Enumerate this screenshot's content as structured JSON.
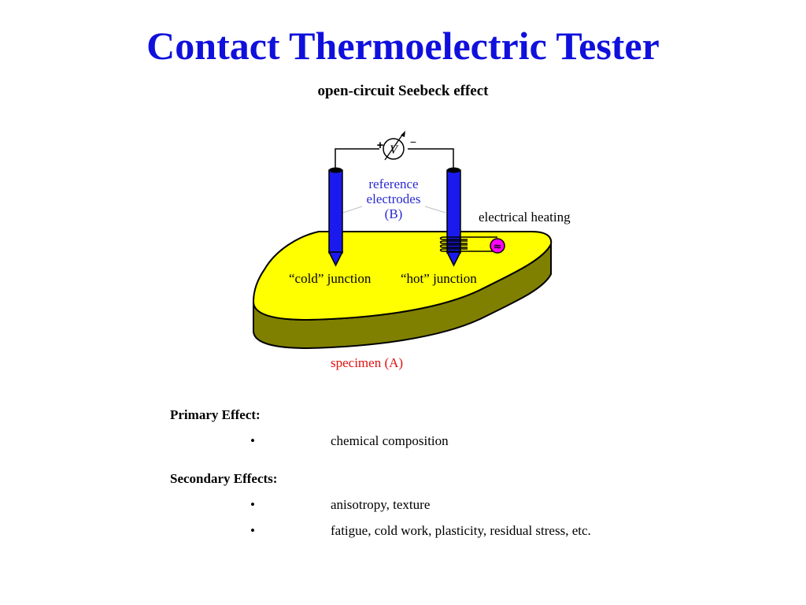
{
  "title": "Contact Thermoelectric Tester",
  "subtitle": "open-circuit  Seebeck effect",
  "diagram": {
    "voltmeter": {
      "plus": "+",
      "minus": "−",
      "symbol": "V"
    },
    "source_symbol": "≈",
    "labels": {
      "reference_line1": "reference",
      "reference_line2": "electrodes",
      "reference_line3": "(B)",
      "electrical_heating": "electrical heating",
      "cold_junction": "“cold” junction",
      "hot_junction": "“hot” junction",
      "specimen": "specimen (A)"
    },
    "colors": {
      "title": "#1010dd",
      "specimen_top": "#ffff00",
      "specimen_side": "#808000",
      "electrode": "#1a1aee",
      "reference_label": "#2a2ad0",
      "specimen_label": "#e01010",
      "source": "#ff00ff"
    }
  },
  "effects": {
    "primary": {
      "heading": "Primary  Effect:",
      "bullet": "•",
      "items": [
        "chemical composition"
      ]
    },
    "secondary": {
      "heading": "Secondary  Effects:",
      "bullet": "•",
      "items": [
        "anisotropy, texture",
        "fatigue, cold work, plasticity, residual stress, etc."
      ]
    }
  }
}
